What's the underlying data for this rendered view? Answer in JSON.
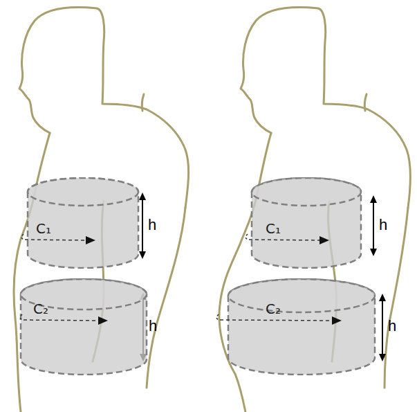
{
  "diagram": {
    "nodes": [
      {
        "text": [
          "C₁"
        ]
      },
      {
        "text": [
          "C₂"
        ]
      },
      {
        "text": [
          "C₁"
        ]
      },
      {
        "text": [
          "C₂"
        ]
      }
    ],
    "labels": [
      "h",
      "h",
      "h",
      "h"
    ]
  }
}
